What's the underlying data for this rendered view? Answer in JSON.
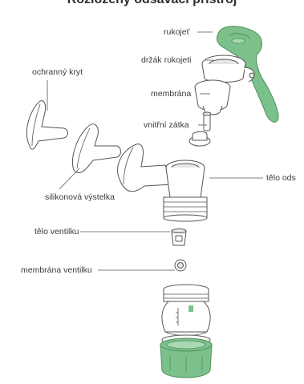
{
  "header": {
    "title_partial": "Rozložený odsávací přístroj"
  },
  "labels": {
    "handle": "rukojeť",
    "handle_holder": "držák rukojeti",
    "membrane": "membrána",
    "protective_cover": "ochranný kryt",
    "inner_plug": "vnitřní zátka",
    "pump_body": "tělo ods",
    "silicone_liner": "silikonová výstelka",
    "valve_body": "tělo ventilku",
    "valve_membrane": "membrána ventilku"
  },
  "colors": {
    "accent_green": "#7cc08b",
    "accent_green_dark": "#4e8f5d",
    "line": "#555555",
    "part_fill": "#ffffff",
    "shade": "#e6e6e6"
  }
}
